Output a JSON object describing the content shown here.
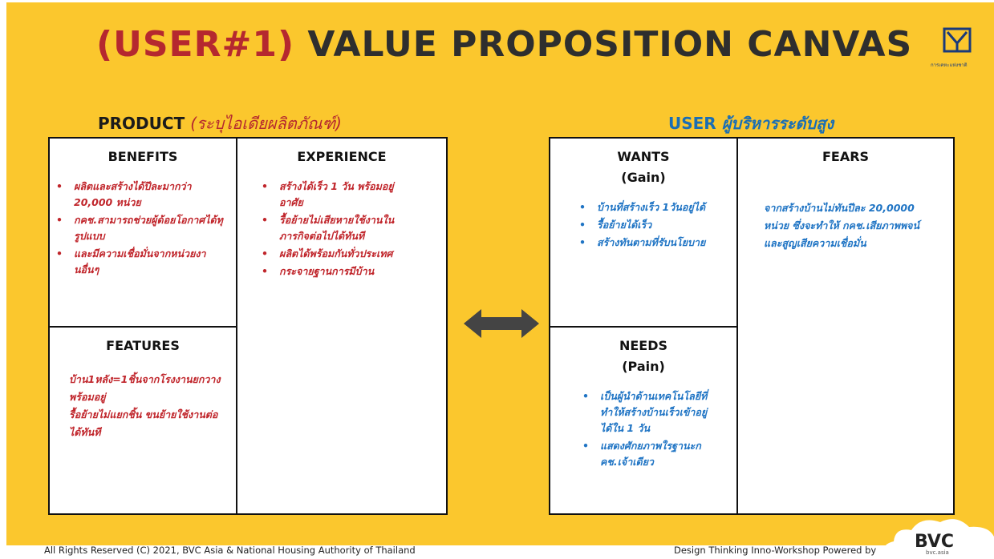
{
  "title": {
    "prefix": "(USER#1)",
    "rest": "VALUE PROPOSITION CANVAS"
  },
  "logo_text": "การเคหะแห่งชาติ",
  "product_header": {
    "label": "PRODUCT",
    "thai": "(ระบุไอเดียผลิตภัณฑ์)"
  },
  "user_header": {
    "label": "USER",
    "thai": "ผู้บริหารระดับสูง"
  },
  "benefits": {
    "title": "BENEFITS",
    "items": [
      "ผลิตและสร้างได้ปีละมากว่า 20,000 หน่วย",
      "กคช.สามารถช่วยผู้ด้อยโอกาศได้ทุรูปแบบ",
      "และมีความเชื่อมั่นจากหน่วยงานอื่นๆ"
    ]
  },
  "experience": {
    "title": "EXPERIENCE",
    "items": [
      "สร้างได้เร็ว 1 วัน พร้อมอยู่อาศัย",
      "รื้อย้ายไม่เสียหายใช้งานในภารกิจต่อไปได้ทันที",
      "ผลิตได้พร้อมกันทั่วประเทศ",
      "กระจายฐานการมีบ้าน"
    ]
  },
  "features": {
    "title": "FEATURES",
    "lines": [
      "บ้าน1หลัง=1ชิ้นจากโรงงานยกวางพร้อมอยู่",
      "รื้อย้ายไม่แยกชิ้น ขนย้ายใช้งานต่อได้ทันที"
    ]
  },
  "wants": {
    "title": "WANTS",
    "subtitle": "(Gain)",
    "items": [
      "บ้านที่สร้างเร็ว 1วันอยู่ได้",
      "รื้อย้ายได้เร็ว",
      "สร้างทันตามที่รับนโยบาย"
    ]
  },
  "needs": {
    "title": "NEEDS",
    "subtitle": "(Pain)",
    "items": [
      "เป็นผู้นำด้านเทคโนโลยีที่ทำให้สร้างบ้านเร็วเข้าอยู่ได้ใน 1 วัน",
      "แสดงศักยภาพใรฐานะกคช.เจ้าเดียว"
    ]
  },
  "fears": {
    "title": "FEARS",
    "lines": [
      "จากสร้างบ้านไม่ทันปีละ 20,0000 หน่วย ซึ่งจะทำให้ กคช.เสียภาพพจน์",
      "และสูญเสียความเชื่อมั่น"
    ]
  },
  "footer": {
    "left": "All Rights Reserved (C) 2021, BVC Asia & National Housing Authority of Thailand",
    "right": "Design Thinking Inno-Workshop Powered by",
    "brand": "BVC",
    "brand_sub": "bvc.asia"
  },
  "colors": {
    "background": "#fbc72d",
    "accent_red": "#c0252b",
    "accent_blue": "#1f74c4"
  }
}
